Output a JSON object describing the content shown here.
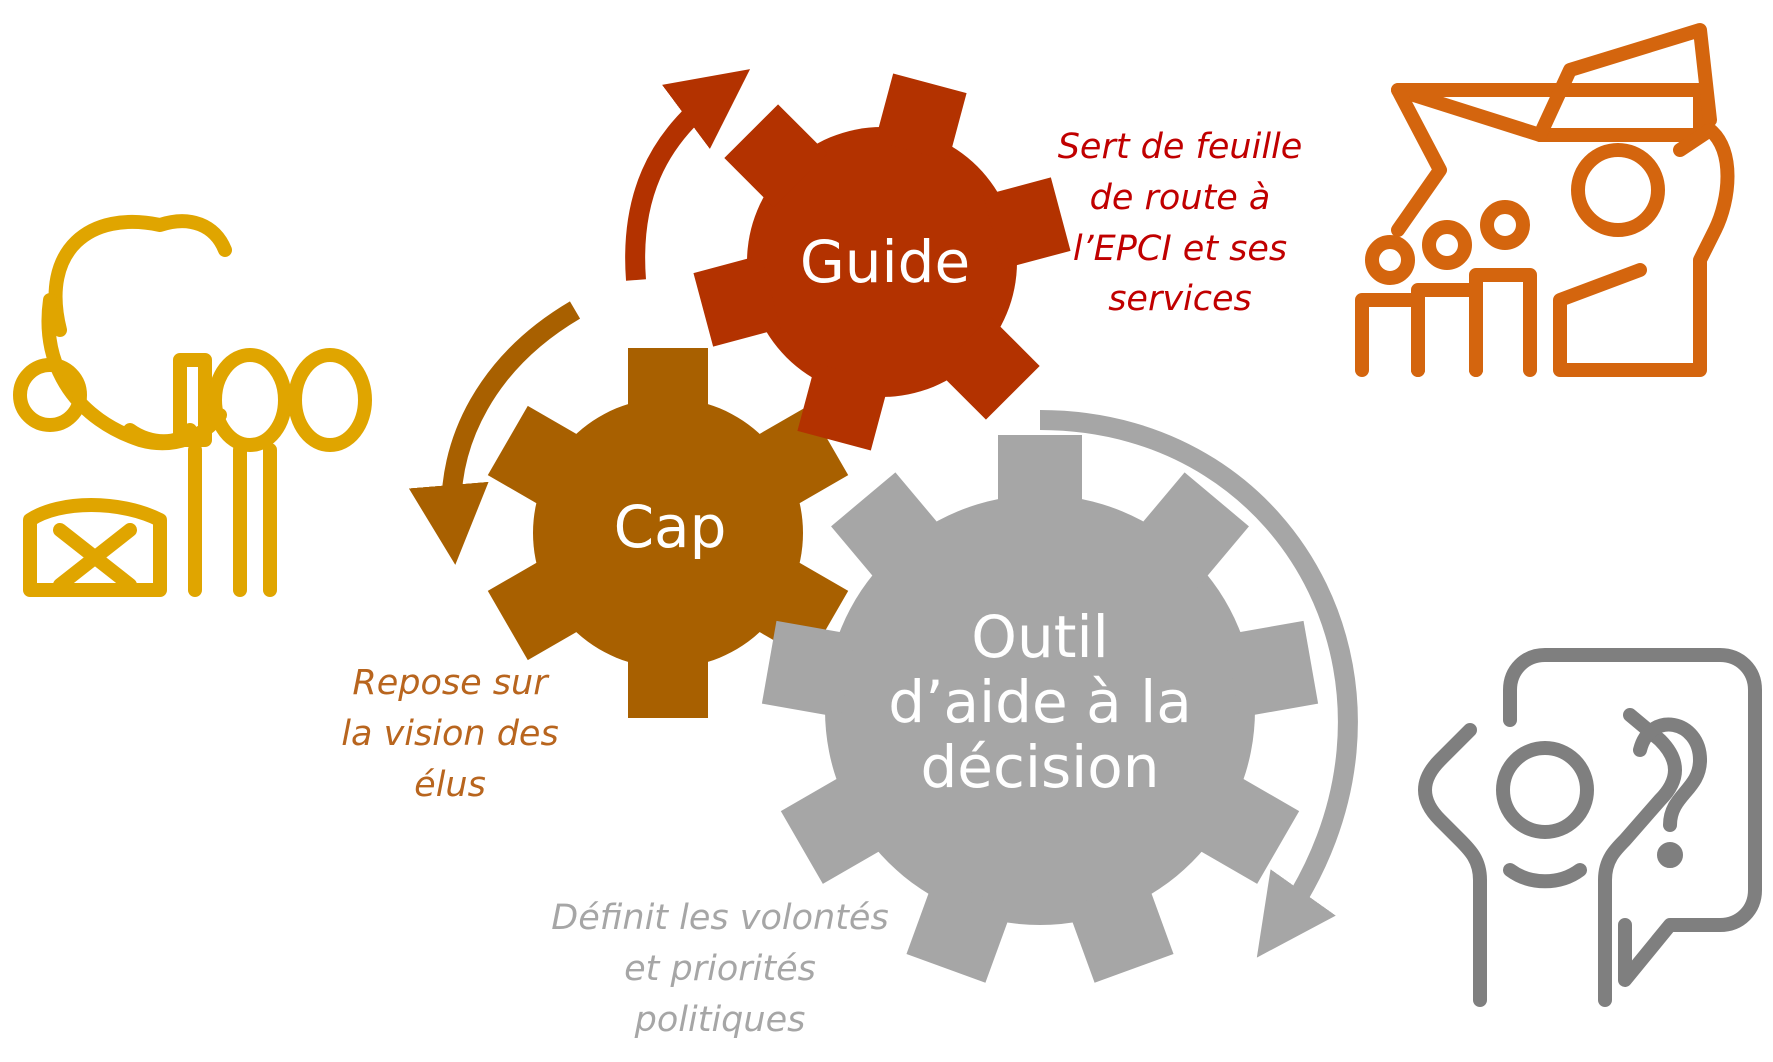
{
  "diagram": {
    "gears": [
      {
        "label": "Cap",
        "color": "#A86000"
      },
      {
        "label": "Guide",
        "color": "#B33200"
      },
      {
        "label": "Outil\nd’aide à la\ndécision",
        "color": "#A6A6A6"
      }
    ],
    "notes": {
      "guide": "Sert de feuille\nde route à\nl’EPCI et ses\nservices",
      "cap": "Repose sur\nla vision des\nélus",
      "outil": "Définit les volontés\net priorités\npolitiques"
    },
    "colors": {
      "cap": "#A86000",
      "guide": "#B33200",
      "outil": "#A6A6A6",
      "icon_explorer": "#E0A500",
      "icon_leader": "#D4650E",
      "icon_question": "#7F7F7F"
    },
    "icons": [
      "explorer-with-binoculars-icon",
      "leader-with-flag-and-group-icon",
      "person-with-question-icon"
    ]
  }
}
